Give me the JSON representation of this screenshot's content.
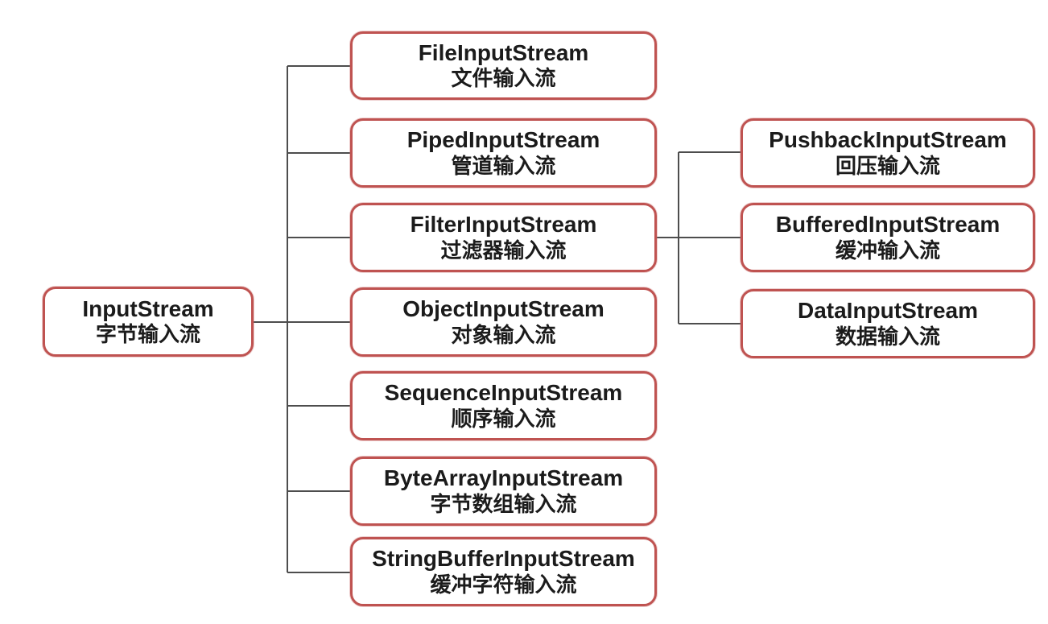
{
  "diagram": {
    "description": "Java InputStream byte-stream class hierarchy",
    "accent_color": "#bf5351",
    "connector_color": "#4d4d4d",
    "nodes": {
      "root": {
        "en": "InputStream",
        "zh": "字节输入流"
      },
      "file": {
        "en": "FileInputStream",
        "zh": "文件输入流"
      },
      "piped": {
        "en": "PipedInputStream",
        "zh": "管道输入流"
      },
      "filter": {
        "en": "FilterInputStream",
        "zh": "过滤器输入流"
      },
      "object": {
        "en": "ObjectInputStream",
        "zh": "对象输入流"
      },
      "sequence": {
        "en": "SequenceInputStream",
        "zh": "顺序输入流"
      },
      "bytearray": {
        "en": "ByteArrayInputStream",
        "zh": "字节数组输入流"
      },
      "stringbuffer": {
        "en": "StringBufferInputStream",
        "zh": "缓冲字符输入流"
      },
      "pushback": {
        "en": "PushbackInputStream",
        "zh": "回压输入流"
      },
      "buffered": {
        "en": "BufferedInputStream",
        "zh": "缓冲输入流"
      },
      "data": {
        "en": "DataInputStream",
        "zh": "数据输入流"
      }
    },
    "hierarchy": {
      "root": [
        "file",
        "piped",
        "filter",
        "object",
        "sequence",
        "bytearray",
        "stringbuffer"
      ],
      "filter": [
        "pushback",
        "buffered",
        "data"
      ]
    }
  }
}
